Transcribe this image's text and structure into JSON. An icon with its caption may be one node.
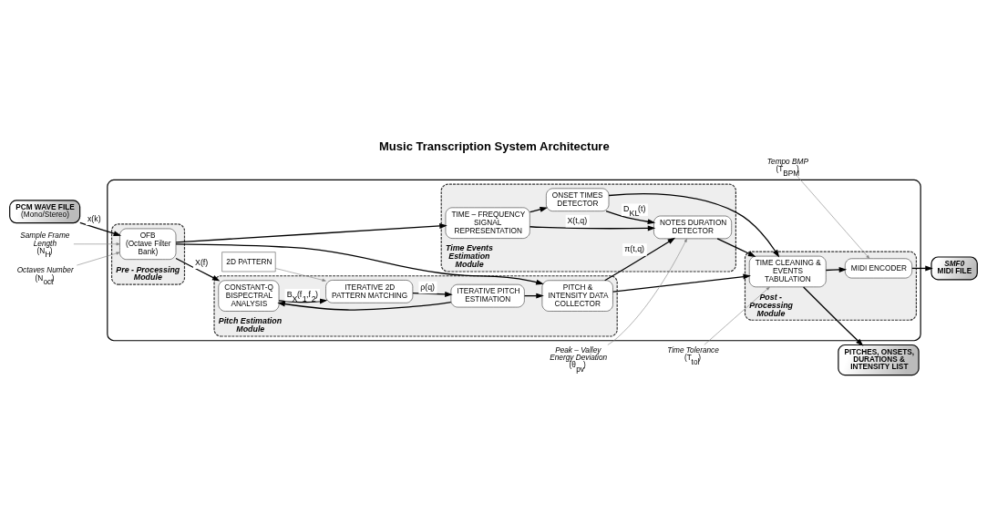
{
  "diagram": {
    "title": "Music Transcription System Architecture",
    "nodes": [
      {
        "text": [],
        "shape": "box"
      },
      {
        "text": [
          "Pre - Processing Module"
        ],
        "in": 0
      },
      {
        "text": [
          "OFB",
          "(Octave Filter Bank)"
        ],
        "in": 1
      },
      {
        "text": [
          "Pitch Estimation Module"
        ],
        "in": 0
      },
      {
        "text": [
          "CONSTANT-Q BISPECTRAL ANALYSIS"
        ],
        "in": 3
      },
      {
        "text": [
          "ITERATIVE 2D PATTERN MATCHING"
        ],
        "in": 3
      },
      {
        "text": [
          "ITERATIVE PITCH ESTIMATION"
        ],
        "in": 3
      },
      {
        "text": [
          "PITCH & INTENSITY DATA COLLECTOR"
        ],
        "in": 3
      },
      {
        "text": [
          "2D PATTERN"
        ],
        "in": 0
      },
      {
        "text": [
          "Time Events Estimation Module"
        ],
        "in": 0
      },
      {
        "text": [
          "TIME – FREQUENCY SIGNAL REPRESENTATION"
        ],
        "in": 9
      },
      {
        "text": [
          "NOTES DURATION DETECTOR"
        ],
        "in": 9
      },
      {
        "text": [
          "ONSET TIMES DETECTOR"
        ],
        "in": 9
      },
      {
        "text": [
          "Post - Processing Module"
        ],
        "in": 0
      },
      {
        "text": [
          "MIDI ENCODER"
        ],
        "in": 13
      },
      {
        "text": [
          "TIME CLEANING & EVENTS TABULATION"
        ],
        "in": 13
      },
      {
        "text": [
          "PCM WAVE FILE",
          "(Mono/Stereo)"
        ]
      },
      {
        "text": [
          "SMF0",
          "MIDI FILE"
        ]
      },
      {
        "text": [
          "PITCHES, ONSETS, DURATIONS & INTENSITY LIST"
        ]
      },
      {
        "text": [
          "Tempo BMP",
          "(T$_{BPM}$)"
        ]
      },
      {
        "text": [
          "Sample Frame Length",
          "(N$_{H}$)"
        ]
      },
      {
        "text": [
          "Octaves Number",
          "(N$_{oct}$)"
        ]
      },
      {
        "text": [
          "Peak – Valley Energy Deviation",
          "(θ$_{pv}$)"
        ]
      },
      {
        "text": [
          "Time Tolerance",
          "(T$_{tol}$)"
        ]
      }
    ],
    "edges": [
      {
        "from": 16,
        "to": 2,
        "arrow": "to",
        "label": "x(k)"
      },
      {
        "from": 2,
        "to": 4,
        "arrow": "to",
        "label": "X(f)"
      },
      {
        "from": 2,
        "to": 7,
        "arrow": "to"
      },
      {
        "from": 2,
        "to": 10,
        "arrow": "to"
      },
      {
        "from": 4,
        "to": 5,
        "arrow": "to",
        "label": "B$_{X}$(f$_{1}$,f$_{2}$)"
      },
      {
        "from": 5,
        "to": 6,
        "arrow": "to",
        "label": "ρ(q)"
      },
      {
        "from": 6,
        "to": 4,
        "arrow": "to"
      },
      {
        "from": 6,
        "to": 7,
        "arrow": "to"
      },
      {
        "from": 7,
        "to": 11,
        "arrow": "to",
        "label": "π(t,q)"
      },
      {
        "from": 7,
        "to": 15,
        "arrow": "to"
      },
      {
        "from": 10,
        "to": 11,
        "arrow": "to",
        "label": "X(t,q)"
      },
      {
        "from": 10,
        "to": 12,
        "arrow": "to"
      },
      {
        "from": 12,
        "to": 11,
        "arrow": "to",
        "label": "D$_{KL}$(t)"
      },
      {
        "from": 12,
        "to": 15,
        "arrow": "to"
      },
      {
        "from": 11,
        "to": 15,
        "arrow": "to"
      },
      {
        "from": 15,
        "to": 14,
        "arrow": "to"
      },
      {
        "from": 14,
        "to": 17,
        "arrow": "to"
      },
      {
        "from": 15,
        "to": 18,
        "arrow": "to"
      },
      {
        "from": 8,
        "to": 5,
        "arrow": "to",
        "color": "#808080"
      },
      {
        "from": 19,
        "to": 14,
        "arrow": "to",
        "color": "#808080"
      },
      {
        "from": 20,
        "to": 2,
        "arrow": "to",
        "color": "#808080"
      },
      {
        "from": 21,
        "to": 2,
        "arrow": "to",
        "color": "#808080"
      },
      {
        "from": 22,
        "to": 11,
        "arrow": "to",
        "color": "#808080"
      },
      {
        "from": 23,
        "to": 15,
        "arrow": "to",
        "color": "#808080"
      }
    ]
  }
}
